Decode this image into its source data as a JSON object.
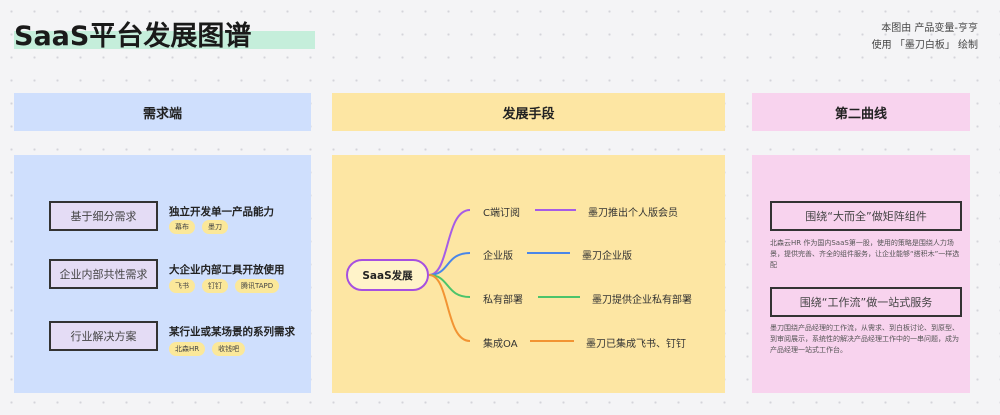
{
  "title": "SaaS平台发展图谱",
  "credit": {
    "line1": "本图由 产品变量-亨亨",
    "line2": "使用 「墨刀白板」 绘制"
  },
  "columns": {
    "demand": "需求端",
    "means": "发展手段",
    "curve": "第二曲线"
  },
  "demand": [
    {
      "label": "基于细分需求",
      "desc": "独立开发单一产品能力",
      "tags": [
        "幕布",
        "墨刀"
      ]
    },
    {
      "label": "企业内部共性需求",
      "desc": "大企业内部工具开放使用",
      "tags": [
        "飞书",
        "钉钉",
        "腾讯TAPD"
      ]
    },
    {
      "label": "行业解决方案",
      "desc": "某行业或某场景的系列需求",
      "tags": [
        "北森HR",
        "收钱吧"
      ]
    }
  ],
  "means": {
    "center": "SaaS发展",
    "branches": [
      {
        "label": "C端订阅",
        "result": "墨刀推出个人版会员",
        "color": "#a65ce6"
      },
      {
        "label": "企业版",
        "result": "墨刀企业版",
        "color": "#4a86e8"
      },
      {
        "label": "私有部署",
        "result": "墨刀提供企业私有部署",
        "color": "#4cc46a"
      },
      {
        "label": "集成OA",
        "result": "墨刀已集成飞书、钉钉",
        "color": "#f29433"
      }
    ]
  },
  "curve": [
    {
      "label": "围绕“大而全”做矩阵组件",
      "desc": "北森云HR 作为国内SaaS第一股，使用的策略是围绕人力场景，提供完善、齐全的组件服务，让企业能够“搭积木”一样选配"
    },
    {
      "label": "围绕“工作流”做一站式服务",
      "desc": "墨刀围绕产品经理的工作流，从需求、到白板讨论、到原型、到审阅展示，系统性的解决产品经理工作中的一串问题，成为产品经理一站式工作台。"
    }
  ]
}
